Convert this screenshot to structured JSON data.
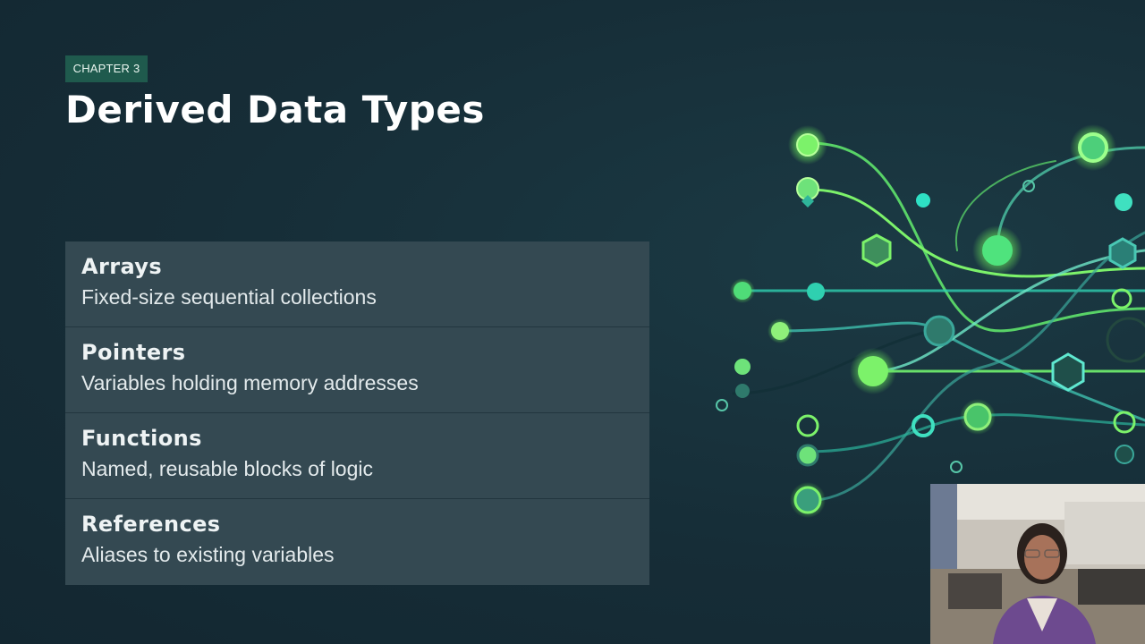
{
  "slide": {
    "chapter": "CHAPTER 3",
    "title": "Derived Data Types",
    "items": [
      {
        "name": "Arrays",
        "description": "Fixed-size sequential collections"
      },
      {
        "name": "Pointers",
        "description": "Variables holding memory addresses"
      },
      {
        "name": "Functions",
        "description": "Named, reusable blocks of logic"
      },
      {
        "name": "References",
        "description": "Aliases to existing variables"
      }
    ]
  },
  "colors": {
    "background": "#162d37",
    "badge": "#1f5a4d",
    "card": "#344952",
    "accent_green": "#7cf26a",
    "accent_teal": "#3fe0c0"
  },
  "graphic": {
    "icon": "network-nodes-illustration"
  },
  "webcam": {
    "icon": "presenter-video-feed"
  }
}
